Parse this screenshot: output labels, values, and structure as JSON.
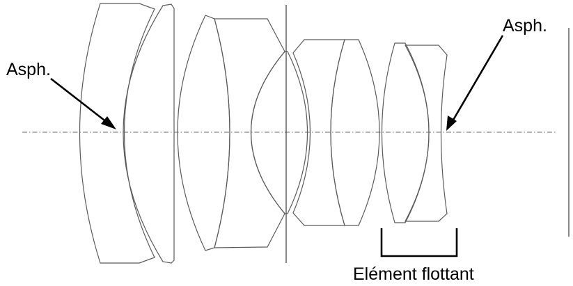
{
  "labels": {
    "asph_left": "Asph.",
    "asph_right": "Asph.",
    "floating_element": "Elément flottant"
  },
  "colors": {
    "lens_outline": "#5a5a5a",
    "axis_line": "#6a6a6a",
    "annotation": "#000000",
    "background": "#ffffff"
  }
}
